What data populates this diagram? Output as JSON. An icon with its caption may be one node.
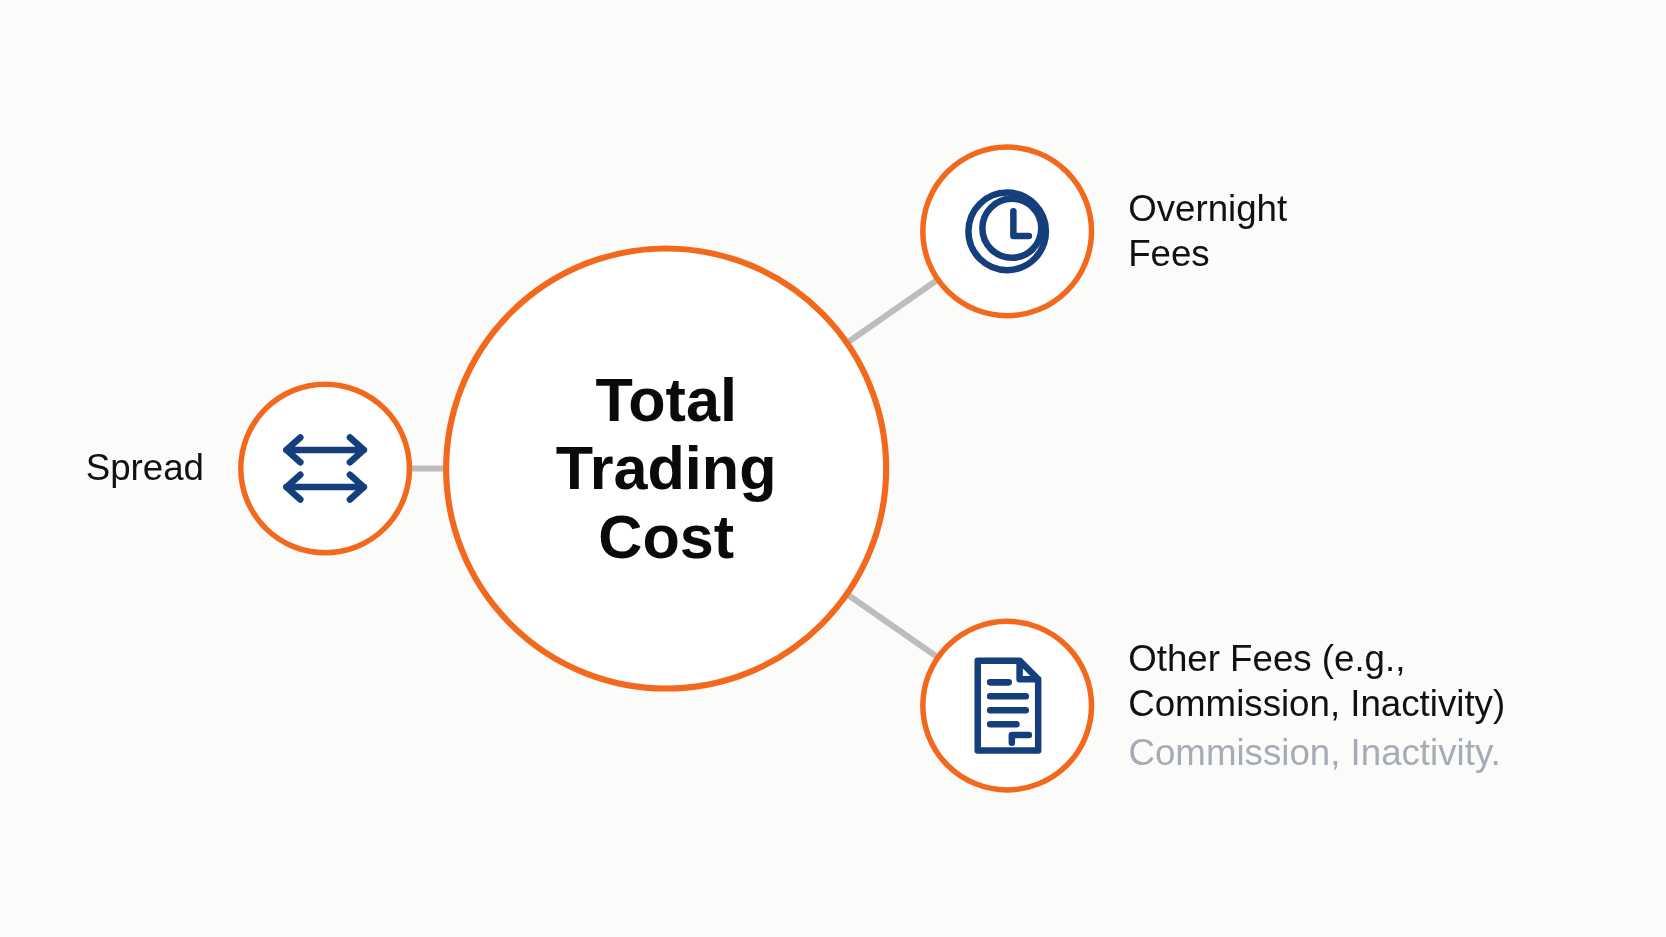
{
  "diagram": {
    "nodes": [
      {
        "text": [
          "Overnight Fees"
        ]
      },
      {
        "text": [
          "Spread"
        ]
      },
      {
        "text": [
          "Total Trading Cost"
        ]
      },
      {
        "text": [
          "Other Fees (e.g., Commission, Inactivity)"
        ],
        "beside": [
          "Commission, Inactivity."
        ]
      }
    ],
    "edges": [
      {
        "from": 1,
        "to": 2,
        "arrow": "none"
      },
      {
        "from": 2,
        "to": 0,
        "arrow": "none"
      },
      {
        "from": 2,
        "to": 3,
        "arrow": "none"
      }
    ]
  }
}
